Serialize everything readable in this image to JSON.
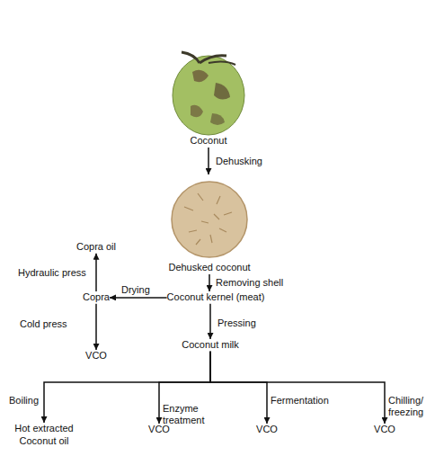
{
  "diagram": {
    "nodes": [
      {
        "text": [
          "Coconut"
        ]
      },
      {
        "text": [
          "Dehusked coconut"
        ]
      },
      {
        "text": [
          "Copra oil"
        ]
      },
      {
        "text": [
          "Copra"
        ]
      },
      {
        "text": [
          "Coconut kernel (meat)"
        ]
      },
      {
        "text": [
          "VCO"
        ]
      },
      {
        "text": [
          "Coconut milk"
        ]
      },
      {
        "text": [
          "Hot extracted Coconut oil"
        ]
      },
      {
        "text": [
          "VCO"
        ]
      },
      {
        "text": [
          "VCO"
        ]
      },
      {
        "text": [
          "VCO"
        ]
      }
    ],
    "edges": [
      {
        "from": 0,
        "to": 1,
        "label": "Dehusking",
        "arrow": "to"
      },
      {
        "from": 1,
        "to": 4,
        "label": "Removing shell",
        "arrow": "to"
      },
      {
        "from": 4,
        "to": 3,
        "label": "Drying",
        "arrow": "to"
      },
      {
        "from": 3,
        "to": 2,
        "label": "Hydraulic press",
        "arrow": "to"
      },
      {
        "from": 3,
        "to": 5,
        "label": "Cold press",
        "arrow": "to"
      },
      {
        "from": 4,
        "to": 6,
        "label": "Pressing",
        "arrow": "to"
      },
      {
        "from": 6,
        "to": 7,
        "label": "Boiling",
        "arrow": "to"
      },
      {
        "from": 6,
        "to": 8,
        "label": "Enzyme treatment",
        "arrow": "to"
      },
      {
        "from": 6,
        "to": 9,
        "label": "Fermentation",
        "arrow": "to"
      },
      {
        "from": 6,
        "to": 10,
        "label": "Chilling/ freezing",
        "arrow": "to"
      }
    ]
  }
}
